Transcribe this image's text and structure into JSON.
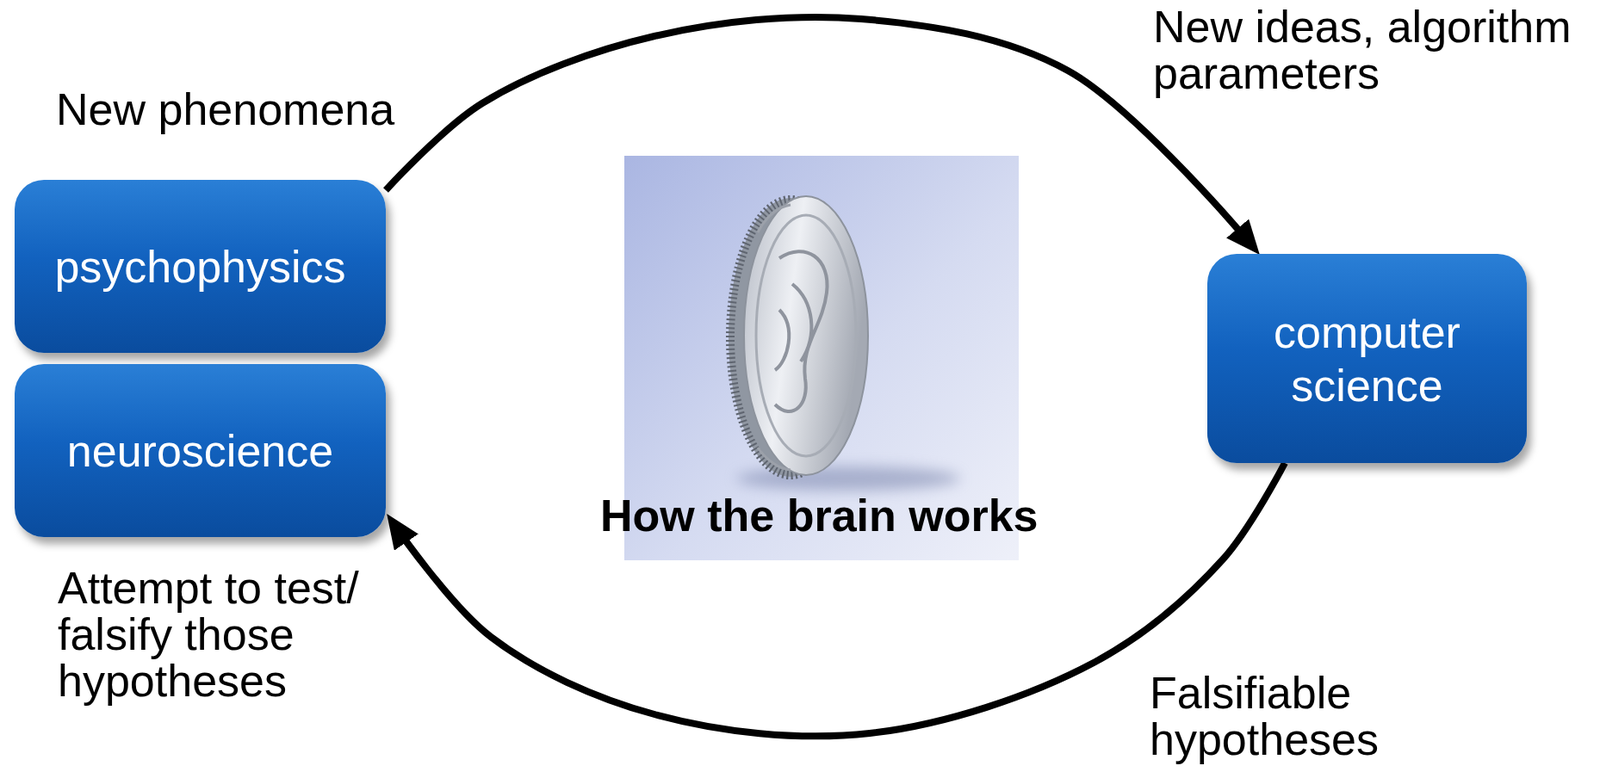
{
  "diagram": {
    "nodes": [
      {
        "text": [
          "psychophysics"
        ]
      },
      {
        "text": [
          "neuroscience"
        ]
      },
      {
        "text": [
          "computer science"
        ]
      }
    ],
    "edges": [
      {
        "from": 0,
        "to": 2,
        "arrow": "to"
      },
      {
        "from": 2,
        "to": 1,
        "arrow": "to"
      }
    ],
    "labels": [
      "New phenomena",
      "New ideas, algorithm parameters",
      "Falsifiable hypotheses",
      "Attempt to test/ falsify those hypotheses",
      "How the brain works"
    ]
  }
}
